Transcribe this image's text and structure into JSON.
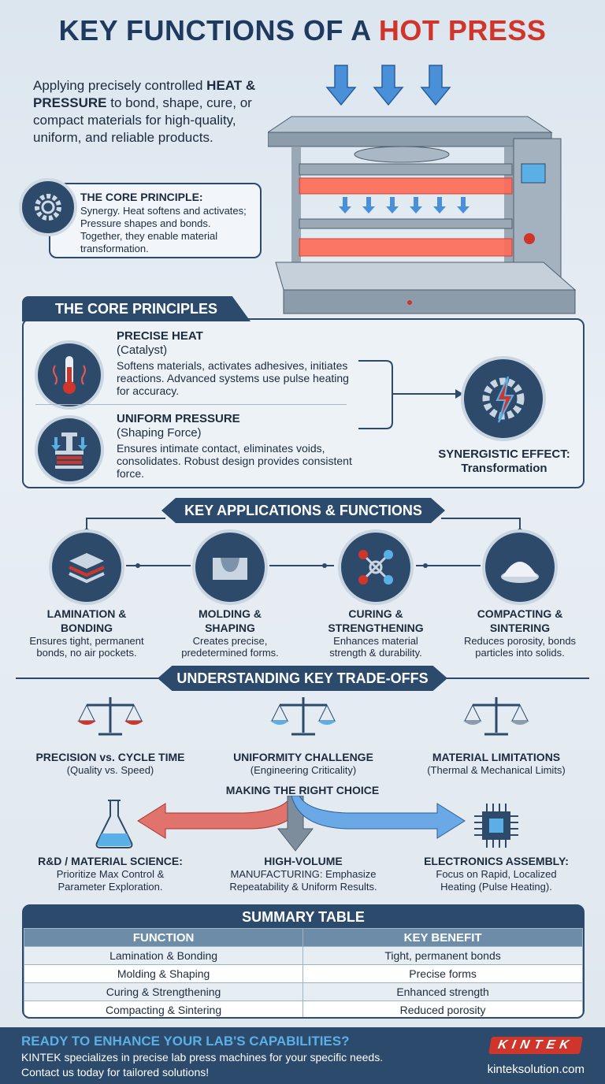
{
  "title": {
    "part1": "KEY FUNCTIONS OF A",
    "part2": "HOT PRESS"
  },
  "intro": {
    "pre": "Applying precisely controlled ",
    "bold": "HEAT & PRESSURE",
    "post": " to bond, shape, cure, or compact materials for high-quality, uniform, and reliable products."
  },
  "callout": {
    "heading": "THE CORE PRINCIPLE:",
    "text": "Synergy. Heat softens and activates; Pressure shapes and bonds. Together, they enable material transformation."
  },
  "core": {
    "tab": "THE CORE PRINCIPLES",
    "items": [
      {
        "title": "PRECISE HEAT",
        "subtitle": "(Catalyst)",
        "text": "Softens materials, activates adhesives, initiates reactions. Advanced systems use pulse heating for accuracy."
      },
      {
        "title": "UNIFORM PRESSURE",
        "subtitle": "(Shaping Force)",
        "text": "Ensures intimate contact, eliminates voids, consolidates. Robust design provides consistent force."
      }
    ],
    "synergy": {
      "title": "SYNERGISTIC EFFECT:",
      "subtitle": "Transformation"
    }
  },
  "applications": {
    "banner": "KEY APPLICATIONS & FUNCTIONS",
    "items": [
      {
        "title": "LAMINATION & BONDING",
        "text": "Ensures tight, permanent bonds, no air pockets."
      },
      {
        "title": "MOLDING & SHAPING",
        "text": "Creates precise, predetermined forms."
      },
      {
        "title": "CURING & STRENGTHENING",
        "text": "Enhances material strength & durability."
      },
      {
        "title": "COMPACTING & SINTERING",
        "text": "Reduces porosity, bonds particles into solids."
      }
    ]
  },
  "tradeoffs": {
    "banner": "UNDERSTANDING KEY TRADE-OFFS",
    "items": [
      {
        "title": "PRECISION vs. CYCLE TIME",
        "sub": "(Quality vs. Speed)"
      },
      {
        "title": "UNIFORMITY CHALLENGE",
        "sub": "(Engineering Criticality)"
      },
      {
        "title": "MATERIAL LIMITATIONS",
        "sub": "(Thermal & Mechanical Limits)"
      }
    ],
    "choice_heading": "MAKING THE RIGHT CHOICE",
    "choices": [
      {
        "title": "R&D / MATERIAL SCIENCE:",
        "text": "Prioritize Max Control & Parameter Exploration."
      },
      {
        "title": "HIGH-VOLUME",
        "text": "MANUFACTURING: Emphasize Repeatability & Uniform Results."
      },
      {
        "title": "ELECTRONICS ASSEMBLY:",
        "text": "Focus on Rapid, Localized Heating (Pulse Heating)."
      }
    ]
  },
  "summary": {
    "title": "SUMMARY TABLE",
    "headers": [
      "FUNCTION",
      "KEY BENEFIT"
    ],
    "rows": [
      [
        "Lamination & Bonding",
        "Tight, permanent bonds"
      ],
      [
        "Molding & Shaping",
        "Precise forms"
      ],
      [
        "Curing & Strengthening",
        "Enhanced strength"
      ],
      [
        "Compacting & Sintering",
        "Reduced porosity"
      ]
    ]
  },
  "footer": {
    "heading": "READY TO ENHANCE YOUR LAB'S CAPABILITIES?",
    "line1": "KINTEK specializes in precise lab press machines for your specific needs.",
    "line2": "Contact us today for tailored solutions!",
    "logo": "KINTEK",
    "url": "kinteksolution.com"
  },
  "colors": {
    "navy": "#2c4a6b",
    "red": "#d0352b",
    "blue": "#4a90d9"
  }
}
